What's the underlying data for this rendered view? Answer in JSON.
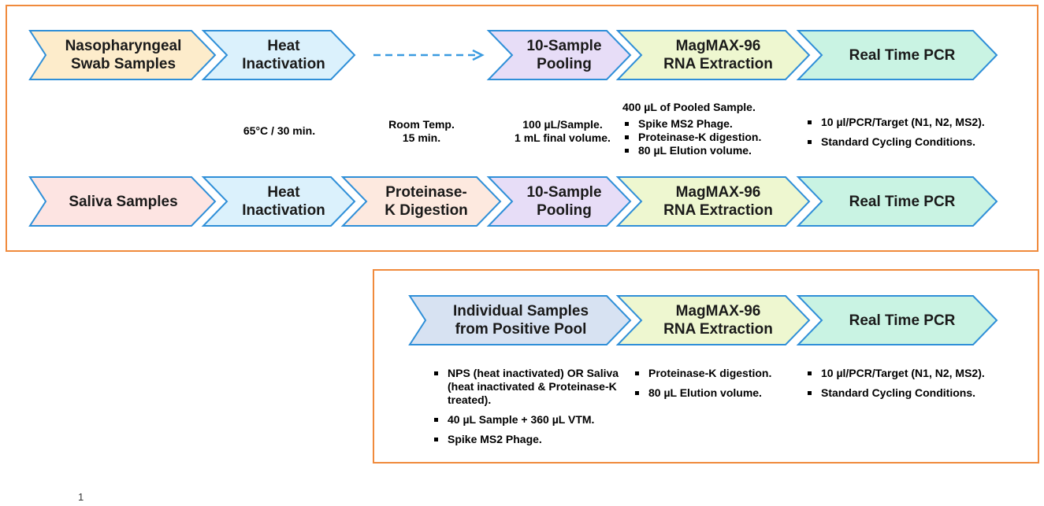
{
  "colors": {
    "panel_border": "#f08a3c",
    "chevron_border": "#2f8fd8",
    "arrow": "#3a9be0",
    "fill_swab": "#fdeccb",
    "fill_heat": "#dbf1fc",
    "fill_pool": "#e7ddf7",
    "fill_magmax": "#eef7d0",
    "fill_pcr": "#c9f3e3",
    "fill_saliva": "#fde4e2",
    "fill_protk": "#fde9df",
    "fill_individual": "#d7e2f2"
  },
  "row_nps": {
    "steps": [
      {
        "label": "Nasopharyngeal\nSwab Samples",
        "fill": "fill_swab"
      },
      {
        "label": "Heat\nInactivation",
        "fill": "fill_heat"
      },
      {
        "label": "10-Sample\nPooling",
        "fill": "fill_pool"
      },
      {
        "label": "MagMAX-96\nRNA Extraction",
        "fill": "fill_magmax"
      },
      {
        "label": "Real Time PCR",
        "fill": "fill_pcr"
      }
    ]
  },
  "notes": {
    "heat": "65°C / 30 min.",
    "room": "Room  Temp.\n15 min.",
    "pool": "100 µL/Sample.\n1 mL final volume.",
    "magmax_title": "400 µL of Pooled Sample.",
    "magmax_items": [
      "Spike MS2 Phage.",
      "Proteinase-K digestion.",
      "80 µL Elution volume."
    ],
    "pcr_items": [
      "10 µl/PCR/Target (N1, N2, MS2).",
      "Standard Cycling Conditions."
    ]
  },
  "row_saliva": {
    "steps": [
      {
        "label": "Saliva Samples",
        "fill": "fill_saliva"
      },
      {
        "label": "Heat\nInactivation",
        "fill": "fill_heat"
      },
      {
        "label": "Proteinase-\nK Digestion",
        "fill": "fill_protk"
      },
      {
        "label": "10-Sample\nPooling",
        "fill": "fill_pool"
      },
      {
        "label": "MagMAX-96\nRNA Extraction",
        "fill": "fill_magmax"
      },
      {
        "label": "Real Time PCR",
        "fill": "fill_pcr"
      }
    ]
  },
  "row_individual": {
    "steps": [
      {
        "label": "Individual Samples\nfrom Positive Pool",
        "fill": "fill_individual"
      },
      {
        "label": "MagMAX-96\nRNA Extraction",
        "fill": "fill_magmax"
      },
      {
        "label": "Real Time PCR",
        "fill": "fill_pcr"
      }
    ],
    "notes_individual": [
      "NPS (heat inactivated) OR Saliva (heat inactivated & Proteinase-K treated).",
      "40 µL Sample + 360 µL VTM.",
      "Spike MS2 Phage."
    ],
    "notes_magmax": [
      "Proteinase-K digestion.",
      "80 µL Elution volume."
    ],
    "notes_pcr": [
      "10 µl/PCR/Target (N1, N2, MS2).",
      "Standard Cycling Conditions."
    ]
  },
  "page_number": "1"
}
